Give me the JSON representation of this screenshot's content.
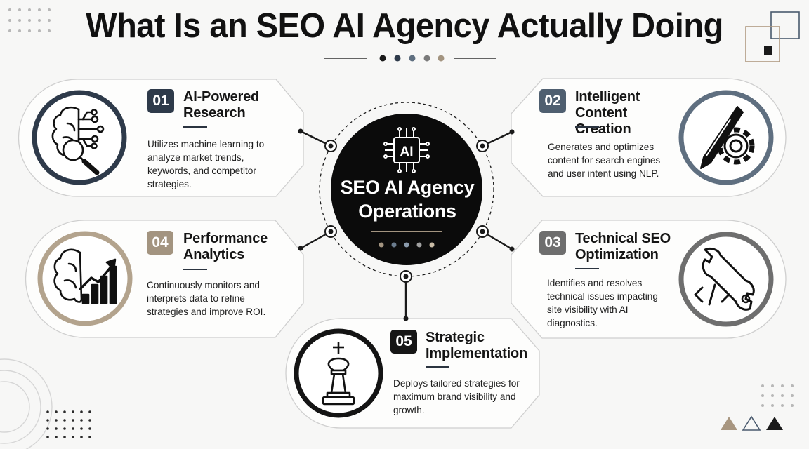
{
  "title": "What Is an SEO AI Agency Actually Doing",
  "hub": {
    "label": "SEO AI Agency Operations",
    "badge": "AI"
  },
  "cards": [
    {
      "number": "01",
      "title": "AI-Powered Research",
      "description": "Utilizes machine learning to analyze market trends, keywords, and competitor strategies.",
      "icon": "brain-magnifier-icon",
      "color": "#2e3a4a"
    },
    {
      "number": "02",
      "title": "Intelligent Content Creation",
      "description": "Generates and optimizes content for search engines and user intent using NLP.",
      "icon": "pen-gear-icon",
      "color": "#5f6f80"
    },
    {
      "number": "03",
      "title": "Technical SEO Optimization",
      "description": "Identifies and resolves technical issues impacting site visibility with AI diagnostics.",
      "icon": "wrench-code-icon",
      "color": "#6e6e6e"
    },
    {
      "number": "04",
      "title": "Performance Analytics",
      "description": "Continuously monitors and interprets data to refine strategies and improve ROI.",
      "icon": "brain-chart-icon",
      "color": "#a39480"
    },
    {
      "number": "05",
      "title": "Strategic Implementation",
      "description": "Deploys tailored strategies for maximum brand visibility and growth.",
      "icon": "chess-king-icon",
      "color": "#1a1a1a"
    }
  ],
  "colors": {
    "navy": "#2e3a4a",
    "slate": "#5f6f80",
    "gray": "#6e6e6e",
    "tan": "#a39480",
    "black": "#111111"
  }
}
